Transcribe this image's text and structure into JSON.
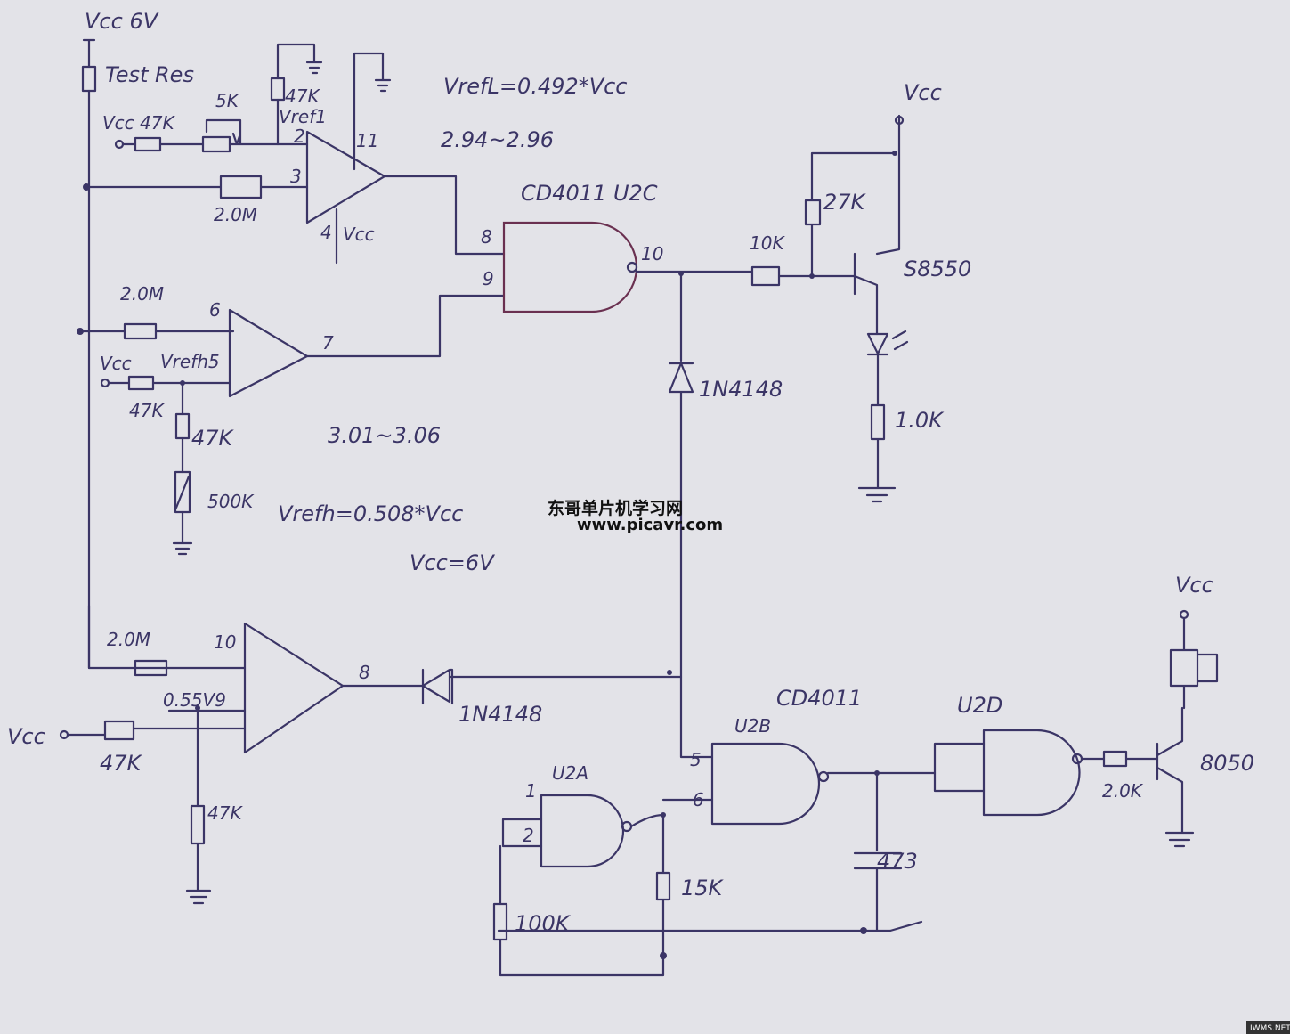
{
  "colors": {
    "paper": "#e3e3e8",
    "ink": "#3b3566"
  },
  "labels": {
    "vcc6v": "Vcc 6V",
    "test_res": "Test Res",
    "vcc47k": "Vcc 47K",
    "r5k": "5K",
    "r47k_a": "47K",
    "vref1": "Vref1",
    "pin2a": "2",
    "pin3a": "3",
    "pin11": "11",
    "pin4": "4",
    "vcc_pin4": "Vcc",
    "r2m_a": "2.0M",
    "vrefl": "VrefL=0.492*Vcc",
    "range_low": "2.94~2.96",
    "cd4011_u2c": "CD4011 U2C",
    "pin8": "8",
    "pin9": "9",
    "pin10": "10",
    "vcc_right": "Vcc",
    "r27k": "27K",
    "r10k": "10K",
    "s8550": "S8550",
    "d1": "1N4148",
    "r1k": "1.0K",
    "r2m_b": "2.0M",
    "pin6": "6",
    "pin7": "7",
    "vcc_b": "Vcc",
    "vrefh5": "Vrefh5",
    "r47k_b": "47K",
    "r47k_c": "47K",
    "r500k": "500K",
    "range_high": "3.01~3.06",
    "vrefh": "Vrefh=0.508*Vcc",
    "vcc_eq": "Vcc=6V",
    "r2m_c": "2.0M",
    "pin10c": "10",
    "pin8c": "8",
    "v055": "0.55V9",
    "vcc_c": "Vcc",
    "r47k_d": "47K",
    "r47k_e": "47K",
    "d2": "1N4148",
    "u2b": "U2B",
    "cd4011_b": "CD4011",
    "pin5": "5",
    "pin6b": "6",
    "u2a": "U2A",
    "pin1": "1",
    "pin2b": "2",
    "r15k": "15K",
    "r100k": "100K",
    "c473": "473",
    "u2d": "U2D",
    "vcc_bz": "Vcc",
    "r2k": "2.0K",
    "t8050": "8050"
  },
  "watermark": {
    "cn": "东哥单片机学习网",
    "url": "www.picavr.com"
  },
  "corner_mark": "IWMS.NET"
}
